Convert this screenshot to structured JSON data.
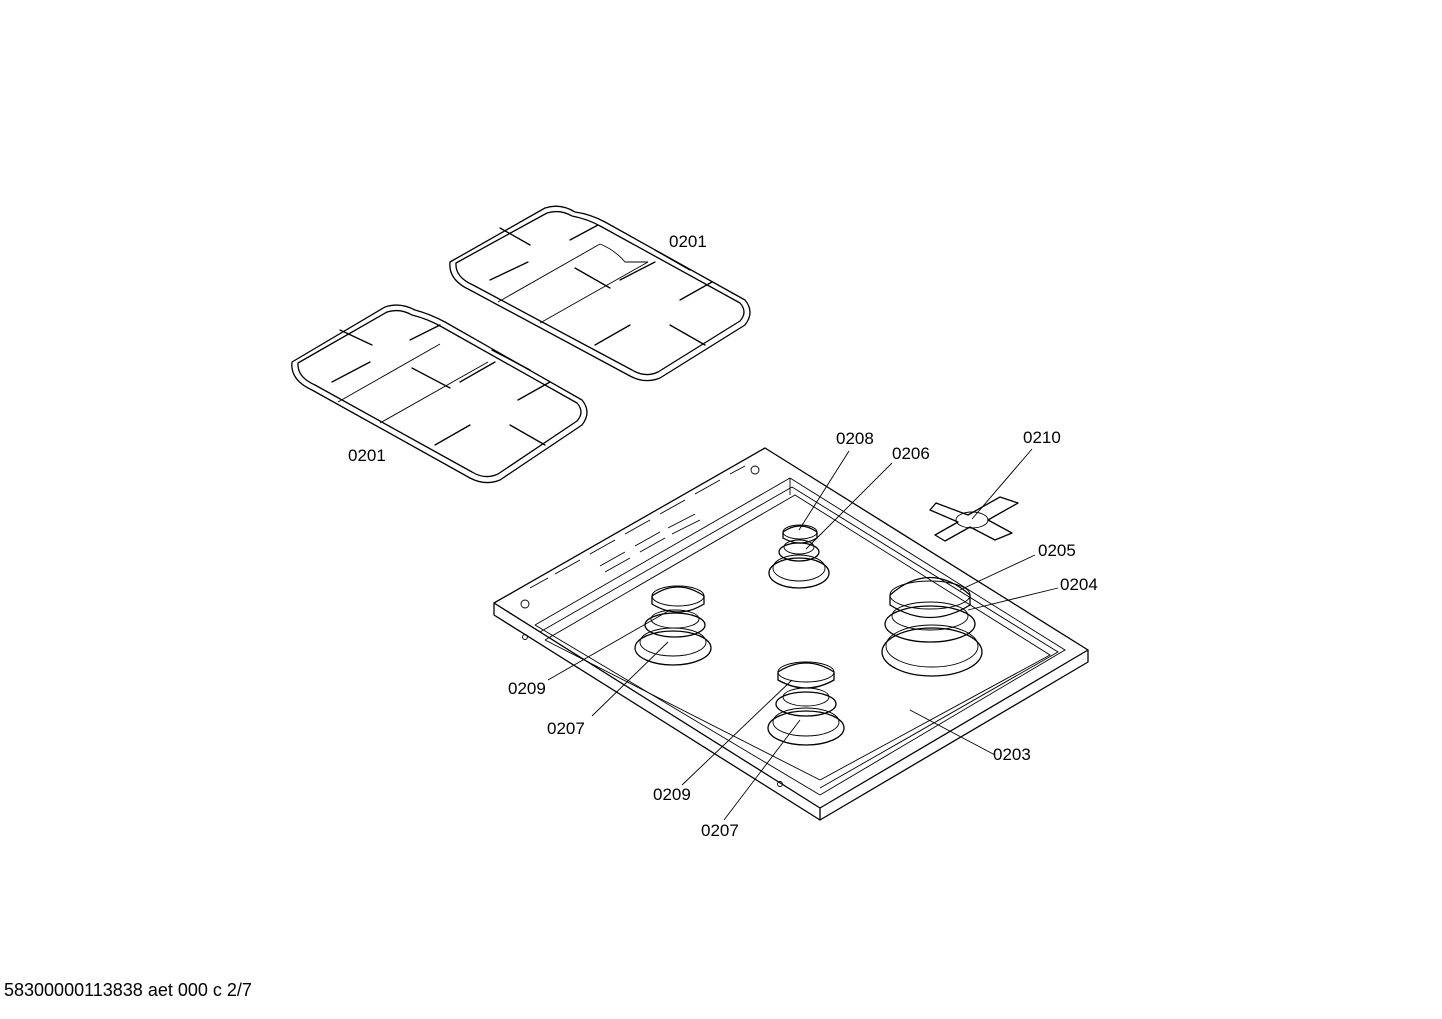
{
  "diagram": {
    "callouts": [
      {
        "id": "grate-right",
        "text": "0201"
      },
      {
        "id": "grate-left",
        "text": "0201"
      },
      {
        "id": "cap-rear",
        "text": "0208"
      },
      {
        "id": "ring-rear",
        "text": "0206"
      },
      {
        "id": "wok-support",
        "text": "0210"
      },
      {
        "id": "cap-large",
        "text": "0205"
      },
      {
        "id": "ring-large",
        "text": "0204"
      },
      {
        "id": "cap-left",
        "text": "0209"
      },
      {
        "id": "ring-left",
        "text": "0207"
      },
      {
        "id": "hob-tray",
        "text": "0203"
      },
      {
        "id": "cap-front",
        "text": "0209"
      },
      {
        "id": "ring-front",
        "text": "0207"
      }
    ]
  },
  "footer": {
    "text": "58300000113838 aet 000 c 2/7"
  }
}
